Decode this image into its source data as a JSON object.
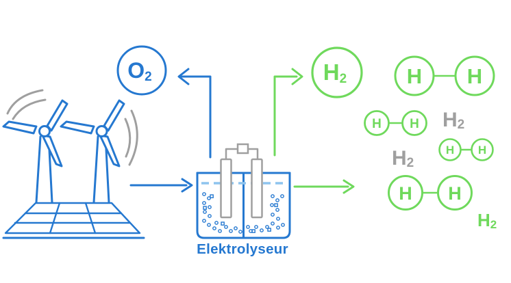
{
  "electrolyzer": {
    "label": "Elektrolyseur"
  },
  "gas_outputs": {
    "oxygen": {
      "symbol": "O",
      "subscript": "2"
    },
    "hydrogen": {
      "symbol": "H",
      "subscript": "2"
    }
  },
  "hydrogen_molecules": [
    {
      "atom_left": "H",
      "atom_right": "H",
      "size": "large",
      "position": "top-right"
    },
    {
      "atom_left": "H",
      "atom_right": "H",
      "size": "small",
      "position": "middle-left"
    },
    {
      "atom_left": "H",
      "atom_right": "H",
      "size": "x-small",
      "position": "middle-right"
    },
    {
      "atom_left": "H",
      "atom_right": "H",
      "size": "medium",
      "position": "bottom-center"
    }
  ],
  "h2_text_labels": [
    {
      "symbol": "H",
      "subscript": "2",
      "color": "gray",
      "position": "right-upper"
    },
    {
      "symbol": "H",
      "subscript": "2",
      "color": "gray",
      "position": "center-lower"
    },
    {
      "symbol": "H",
      "subscript": "2",
      "color": "green",
      "position": "bottom-right"
    }
  ],
  "colors": {
    "blue": "#2578d0",
    "light_blue": "#8ec4ee",
    "green": "#6fd95c",
    "gray": "#9f9f9f"
  }
}
